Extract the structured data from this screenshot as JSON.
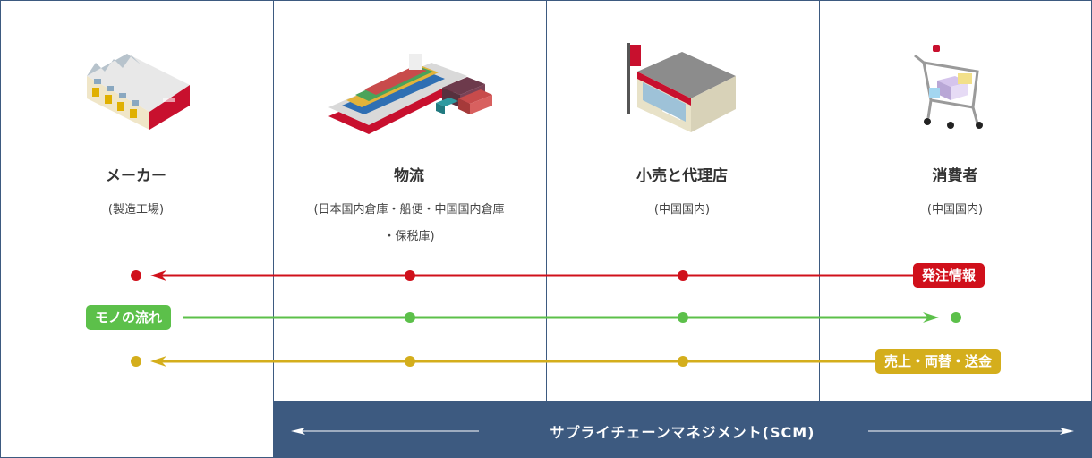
{
  "columns": [
    {
      "title": "メーカー",
      "subtitle_lines": [
        "(製造工場)"
      ],
      "icon": "factory-icon"
    },
    {
      "title": "物流",
      "subtitle_lines": [
        "(日本国内倉庫・船便・中国国内倉庫",
        "・保税庫)"
      ],
      "icon": "cargo-ship-icon"
    },
    {
      "title": "小売と代理店",
      "subtitle_lines": [
        "(中国国内)"
      ],
      "icon": "store-icon"
    },
    {
      "title": "消費者",
      "subtitle_lines": [
        "(中国国内)"
      ],
      "icon": "shopping-cart-icon"
    }
  ],
  "flows": {
    "order_info": {
      "label": "発注情報",
      "color": "#d0101b"
    },
    "goods_flow": {
      "label": "モノの流れ",
      "color": "#5cc04a"
    },
    "payment": {
      "label": "売上・両替・送金",
      "color": "#d4ae1c"
    }
  },
  "scm": {
    "label": "サプライチェーンマネジメント(SCM)",
    "color": "#3d5a80"
  }
}
